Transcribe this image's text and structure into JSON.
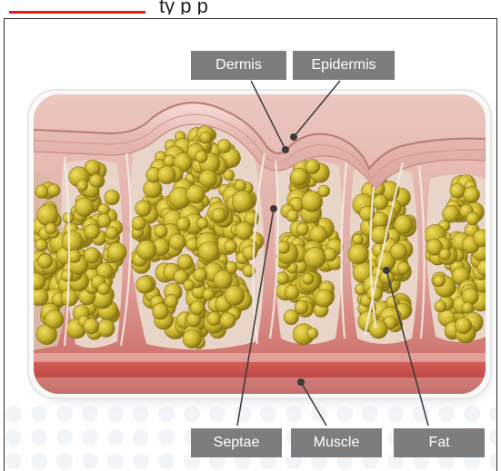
{
  "header": {
    "partial_text": "ty p                 p",
    "accent_color": "#e0201b"
  },
  "labels": {
    "dermis": "Dermis",
    "epidermis": "Epidermis",
    "septae": "Septae",
    "muscle": "Muscle",
    "fat": "Fat"
  },
  "colors": {
    "label_bg": "#7d7d7d",
    "label_text": "#ffffff",
    "skin": "#e4b2ad",
    "fat": "#c9b32c",
    "muscle": "#b5302f"
  }
}
